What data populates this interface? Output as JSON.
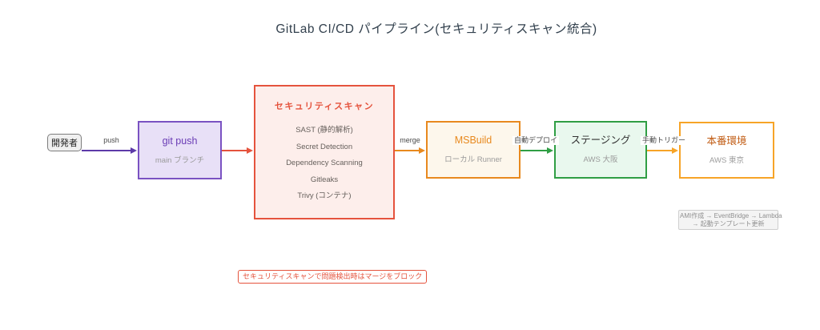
{
  "title": "GitLab CI/CD パイプライン(セキュリティスキャン統合)",
  "nodes": {
    "developer": {
      "label": "開発者"
    },
    "git_push": {
      "label": "git push",
      "sublabel": "main ブランチ"
    },
    "security_scan": {
      "title": "セキュリティスキャン",
      "items": [
        "SAST (静的解析)",
        "Secret Detection",
        "Dependency Scanning",
        "Gitleaks",
        "Trivy (コンテナ)"
      ]
    },
    "msbuild": {
      "label": "MSBuild",
      "sublabel": "ローカル Runner"
    },
    "staging": {
      "label": "ステージング",
      "sublabel": "AWS 大阪"
    },
    "production": {
      "label": "本番環境",
      "sublabel": "AWS 東京"
    }
  },
  "edges": {
    "push_label": "push",
    "merge_label": "merge",
    "auto_deploy_label": "自動デプロイ",
    "manual_trigger_label": "手動トリガー"
  },
  "notes": {
    "ami_lines": [
      "AMI作成 → EventBridge → Lambda",
      "→ 起動テンプレート更新"
    ],
    "merge_block": "セキュリティスキャンで問題検出時はマージをブロック"
  },
  "colors": {
    "git_purple": "#7a52c2",
    "security_red": "#e5533d",
    "build_orange": "#e8891e",
    "staging_green": "#2f9e44",
    "production_amber": "#f7a427",
    "production_text": "#c05a11"
  }
}
